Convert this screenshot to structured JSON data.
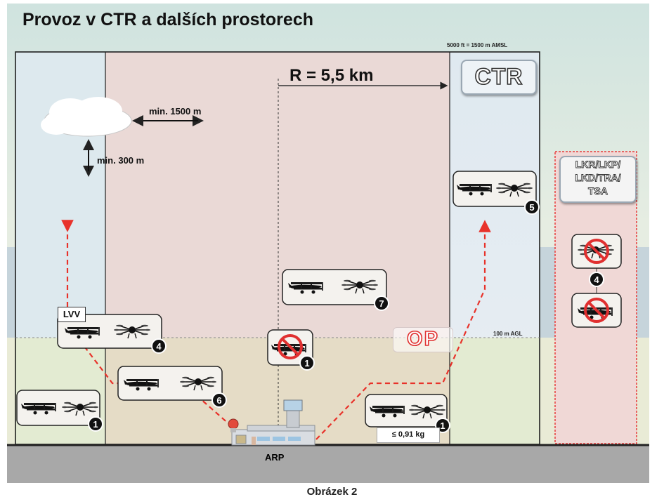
{
  "title": "Provoz v CTR a dalších prostorech",
  "caption": "Obrázek 2",
  "labels": {
    "altitude_top": "5000 ft = 1500 m AMSL",
    "altitude_low": "100 m AGL",
    "radius": "R = 5,5 km",
    "cloud_horizontal": "min. 1500 m",
    "cloud_vertical": "min. 300 m",
    "ctr": "CTR",
    "op": "OP",
    "arp": "ARP",
    "lvv": "LVV",
    "weight_limit": "≤ 0,91 kg",
    "restricted_areas": [
      "LKR/LKP/",
      "LKD/TRA/",
      "TSA"
    ]
  },
  "category_badges": [
    "1",
    "1",
    "1",
    "4",
    "4",
    "5",
    "6",
    "7"
  ],
  "colors": {
    "route": "#e8322a",
    "restricted_border": "#e83a3a",
    "badge": "#111111"
  }
}
